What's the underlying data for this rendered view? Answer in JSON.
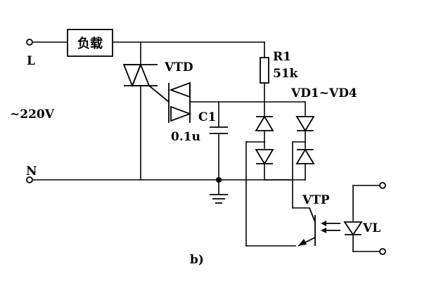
{
  "diagram": {
    "terminals": {
      "line": "L",
      "neutral": "N",
      "supply": "~220V"
    },
    "load": {
      "label": "负载"
    },
    "triac": {
      "label": "VTD"
    },
    "resistor": {
      "label": "R1",
      "value": "51k"
    },
    "capacitor": {
      "label": "C1",
      "value": "0.1u"
    },
    "bridge": {
      "label": "VD1~VD4"
    },
    "phototransistor": {
      "label": "VTP"
    },
    "led": {
      "label": "VL"
    },
    "caption": "b)"
  }
}
